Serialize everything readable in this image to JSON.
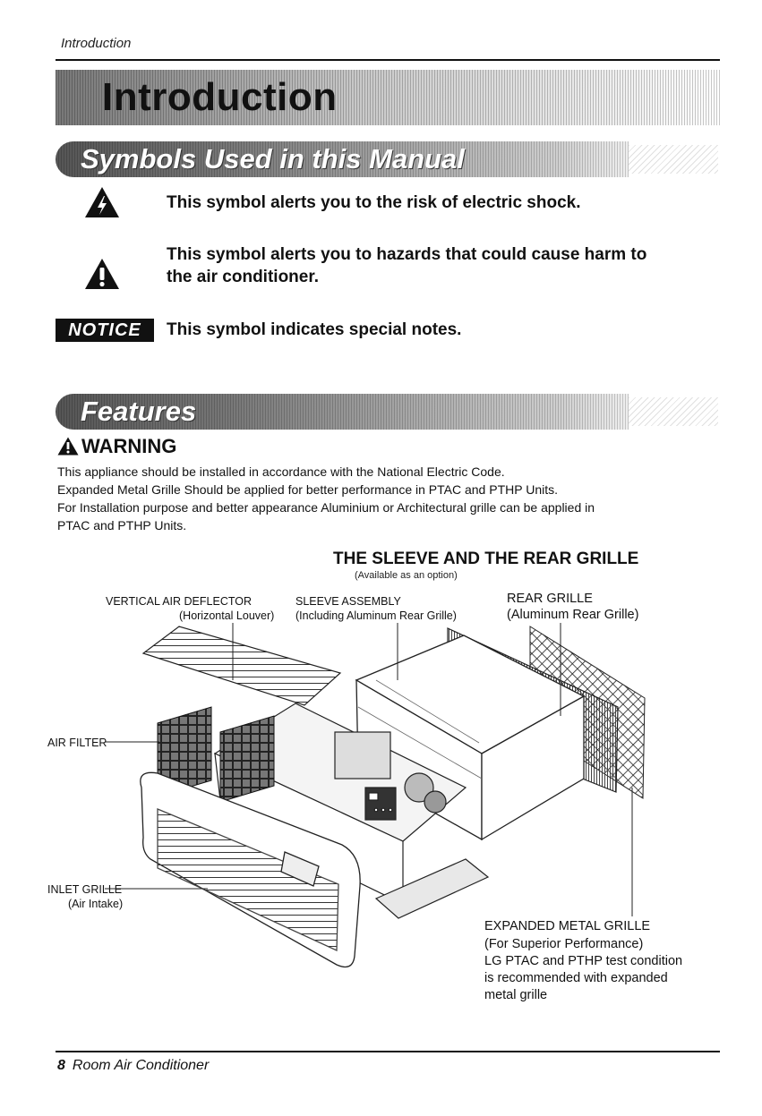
{
  "header": {
    "running_title": "Introduction"
  },
  "title_banner": {
    "text": "Introduction"
  },
  "sections": {
    "symbols": {
      "heading": "Symbols Used in this Manual"
    },
    "features": {
      "heading": "Features"
    }
  },
  "symbols": {
    "electric_shock": "This symbol alerts you to the risk of electric shock.",
    "hazard_line1": "This symbol alerts you to hazards that could cause harm to",
    "hazard_line2": "the air conditioner.",
    "notice_badge": "NOTICE",
    "notice_text": "This symbol indicates special notes."
  },
  "warning": {
    "heading": "WARNING",
    "lines": [
      "This appliance should be installed in accordance with the National Electric Code.",
      "Expanded Metal Grille Should be applied for better  performance in PTAC and PTHP Units.",
      "For Installation purpose and better appearance  Aluminium or Architectural grille can be applied in",
      "PTAC and PTHP Units."
    ]
  },
  "diagram": {
    "title": "THE SLEEVE AND THE REAR GRILLE",
    "subtitle": "(Available as an option)",
    "labels": {
      "deflector": "VERTICAL AIR DEFLECTOR",
      "deflector_sub": "(Horizontal Louver)",
      "sleeve": "SLEEVE ASSEMBLY",
      "sleeve_sub": "(Including Aluminum Rear Grille)",
      "rear_grille": "REAR GRILLE",
      "rear_grille_sub": "(Aluminum Rear Grille)",
      "air_filter": "AIR FILTER",
      "inlet_grille": "INLET GRILLE",
      "inlet_grille_sub": "(Air Intake)",
      "expanded": "EXPANDED METAL GRILLE",
      "expanded_sub1": "(For Superior Performance)",
      "expanded_sub2": "LG PTAC and PTHP test condition",
      "expanded_sub3": "is recommended with expanded",
      "expanded_sub4": "metal grille"
    }
  },
  "footer": {
    "page_number": "8",
    "text": "Room Air Conditioner"
  }
}
